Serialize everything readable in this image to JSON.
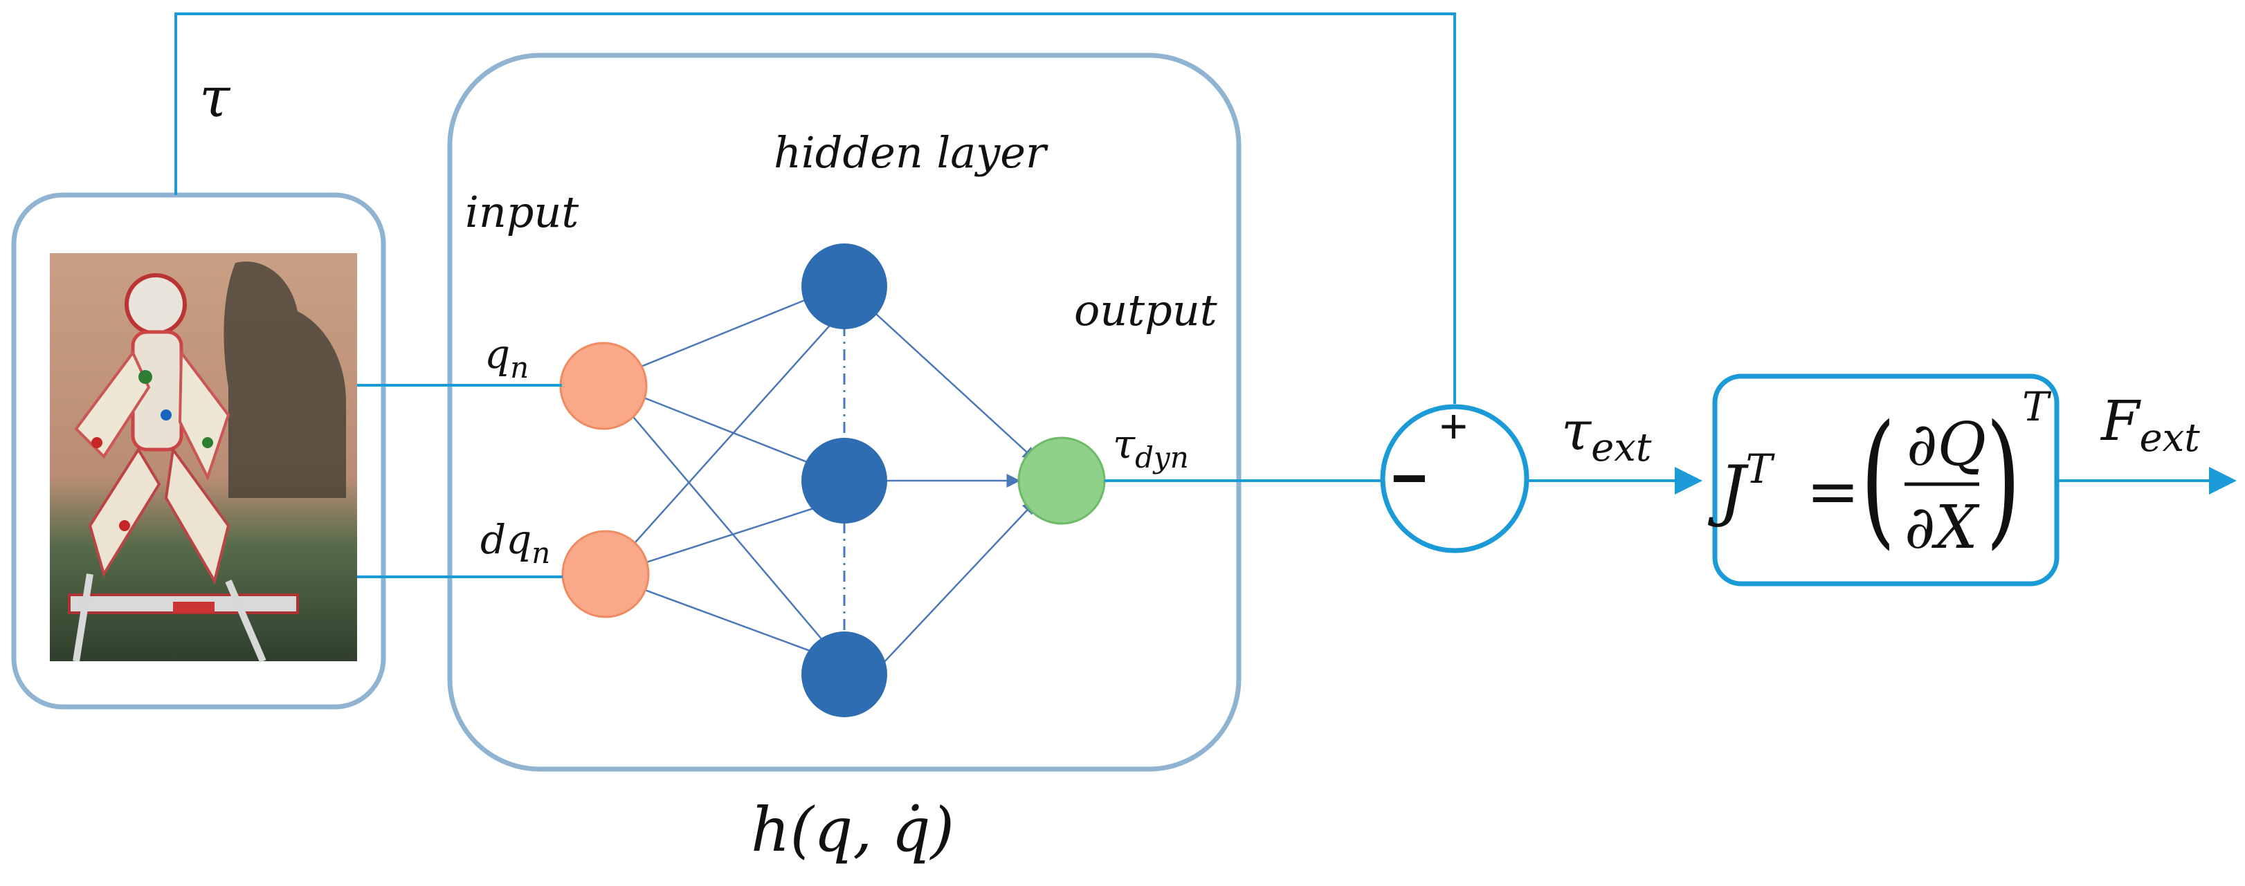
{
  "colors": {
    "wire": "#1a9ad6",
    "panel_border": "#8fb3d0",
    "input_node": "#f9a98a",
    "hidden_node": "#2f6db3",
    "output_node": "#8fd08a",
    "nn_edge": "#4a78b8"
  },
  "labels": {
    "tau": "τ",
    "input": "input",
    "hidden_layer": "hidden layer",
    "output": "output",
    "h_func": "h(q, q̇)",
    "q_n_base": "q",
    "q_n_sub": "n",
    "dq_n_base": "dq",
    "dq_n_sub": "n",
    "tau_dyn_base": "τ",
    "tau_dyn_sub": "dyn",
    "tau_ext_base": "τ",
    "tau_ext_sub": "ext",
    "f_ext_base": "F",
    "f_ext_sub": "ext",
    "sum_plus": "+",
    "sum_minus": "−",
    "jacobian_lhs": "J",
    "jacobian_sup": "T",
    "jacobian_eq": "=",
    "jacobian_num": "∂Q",
    "jacobian_den": "∂X",
    "jacobian_outer_sup": "T"
  },
  "icons": {
    "robot_photo": "robot-photo",
    "summing_junction": "summing-junction-icon"
  }
}
